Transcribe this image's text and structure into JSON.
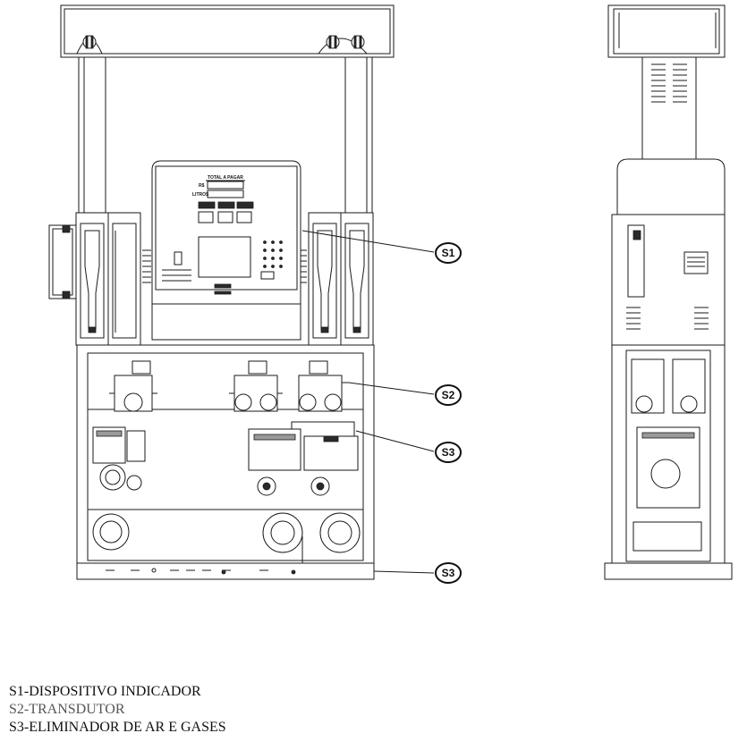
{
  "callouts": [
    {
      "id": "s1",
      "label": "S1"
    },
    {
      "id": "s2",
      "label": "S2"
    },
    {
      "id": "s3a",
      "label": "S3"
    },
    {
      "id": "s3b",
      "label": "S3"
    }
  ],
  "panel": {
    "header": "TOTAL A PAGAR",
    "currency": "R$",
    "volume": "LITROS"
  },
  "legend": [
    {
      "text": "S1-DISPOSITIVO INDICADOR"
    },
    {
      "text": "S2-TRANSDUTOR"
    },
    {
      "text": "S3-ELIMINADOR DE AR E GASES"
    }
  ]
}
